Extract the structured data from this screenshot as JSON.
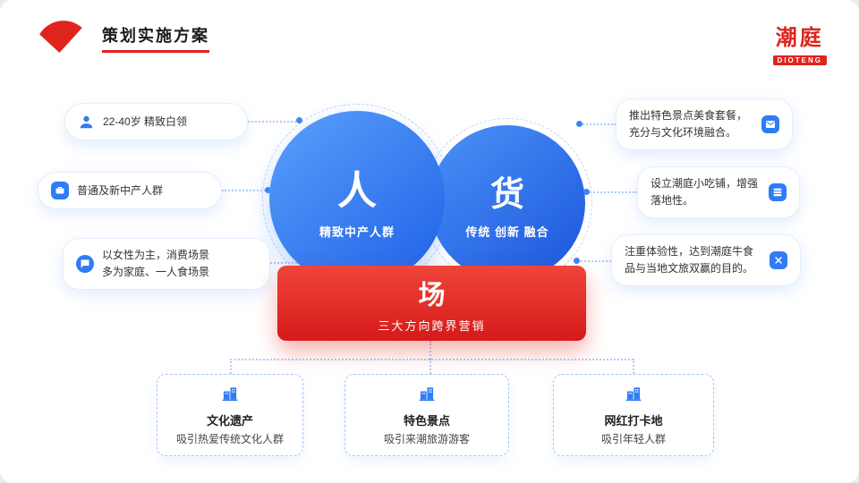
{
  "colors": {
    "accent_blue": "#2f7cf5",
    "brand_red": "#e0241b"
  },
  "header": {
    "title": "策划实施方案"
  },
  "brand": {
    "name": "潮庭",
    "sub": "DIOTENG"
  },
  "venn": {
    "person": {
      "title": "人",
      "subtitle": "精致中产人群"
    },
    "goods": {
      "title": "货",
      "subtitle": "传统 创新 融合"
    },
    "scene": {
      "title": "场",
      "subtitle": "三大方向跨界营销"
    }
  },
  "left_points": [
    {
      "icon": "user-icon",
      "text": "22-40岁 精致白领"
    },
    {
      "icon": "briefcase-icon",
      "text": "普通及新中产人群"
    },
    {
      "icon": "chat-icon",
      "text": "以女性为主，消费场景\n多为家庭、一人食场景"
    }
  ],
  "right_points": [
    {
      "icon": "mail-icon",
      "text": "推出特色景点美食套餐，\n充分与文化环境融合。"
    },
    {
      "icon": "layers-icon",
      "text": "设立潮庭小吃铺，增强\n落地性。"
    },
    {
      "icon": "tools-icon",
      "text": "注重体验性，达到潮庭牛食\n品与当地文旅双赢的目的。"
    }
  ],
  "bottom_boxes": [
    {
      "icon": "building-icon",
      "title": "文化遗产",
      "subtitle": "吸引热爱传统文化人群"
    },
    {
      "icon": "building-icon",
      "title": "特色景点",
      "subtitle": "吸引来潮旅游游客"
    },
    {
      "icon": "building-icon",
      "title": "网红打卡地",
      "subtitle": "吸引年轻人群"
    }
  ]
}
